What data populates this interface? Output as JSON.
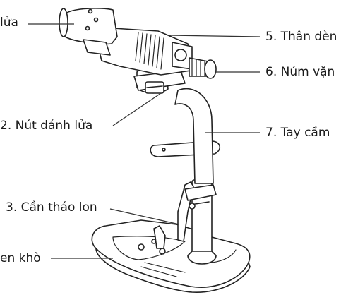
{
  "labels": {
    "nozzle": "lửa",
    "body": "5. Thân dèn",
    "knob": "6. Núm vặn",
    "igniter": "2. Nút đánh lửa",
    "handle": "7. Tay cầm",
    "release": "3. Cần tháo lon",
    "base": "en khò"
  },
  "colors": {
    "stroke": "#222222",
    "fill": "#ffffff",
    "text": "#1a1a1a"
  }
}
